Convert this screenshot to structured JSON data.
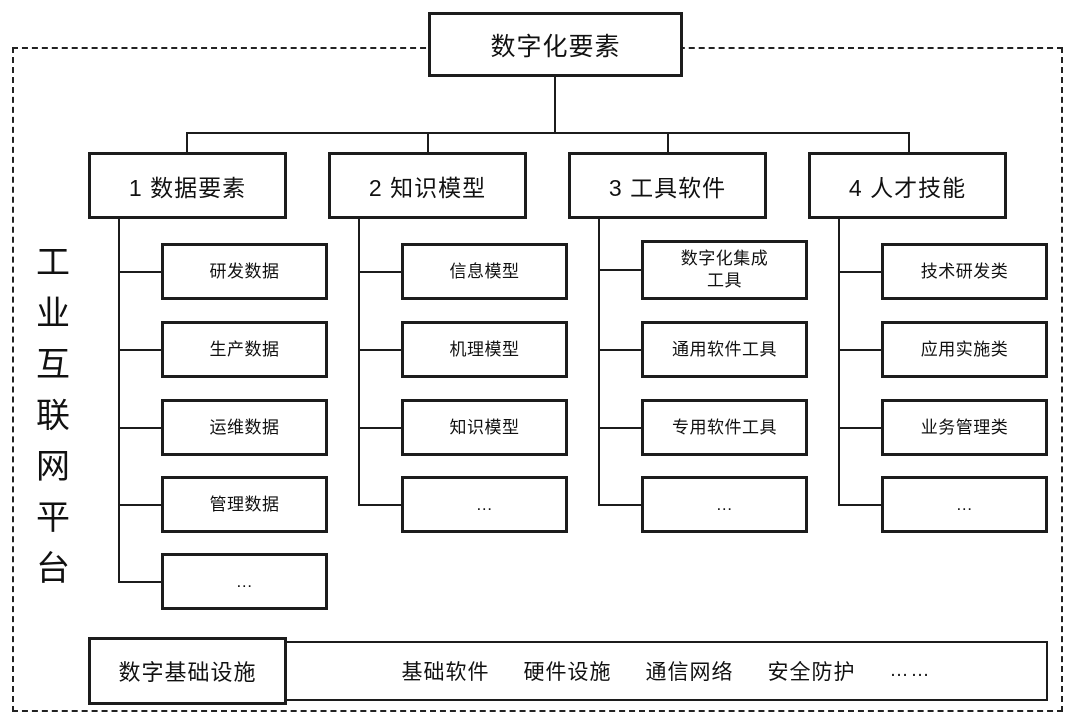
{
  "diagram": {
    "title": "数字化要素",
    "platform_label": "工业互联网平台",
    "categories": [
      {
        "label": "1 数据要素",
        "children": [
          "研发数据",
          "生产数据",
          "运维数据",
          "管理数据",
          "…"
        ]
      },
      {
        "label": "2 知识模型",
        "children": [
          "信息模型",
          "机理模型",
          "知识模型",
          "…"
        ]
      },
      {
        "label": "3 工具软件",
        "children": [
          "数字化集成\n工具",
          "通用软件工具",
          "专用软件工具",
          "…"
        ]
      },
      {
        "label": "4 人才技能",
        "children": [
          "技术研发类",
          "应用实施类",
          "业务管理类",
          "…"
        ]
      }
    ],
    "infrastructure": {
      "label": "数字基础设施",
      "items": [
        "基础软件",
        "硬件设施",
        "通信网络",
        "安全防护",
        "……"
      ]
    },
    "colors": {
      "stroke": "#1c1c1c",
      "background": "#ffffff",
      "text": "#111111"
    }
  }
}
